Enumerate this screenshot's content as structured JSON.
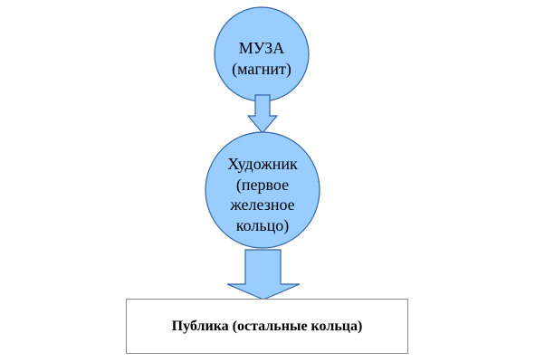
{
  "nodes": {
    "muse": {
      "line1": "МУЗА",
      "line2": "(магнит)"
    },
    "artist": {
      "line1": "Художник",
      "line2": "(первое",
      "line3": "железное",
      "line4": "кольцо)"
    },
    "public": {
      "label": "Публика (остальные кольца)"
    }
  },
  "colors": {
    "node_fill": "#99ccff",
    "node_stroke": "#3465a4",
    "box_border": "#8c8c8c"
  }
}
